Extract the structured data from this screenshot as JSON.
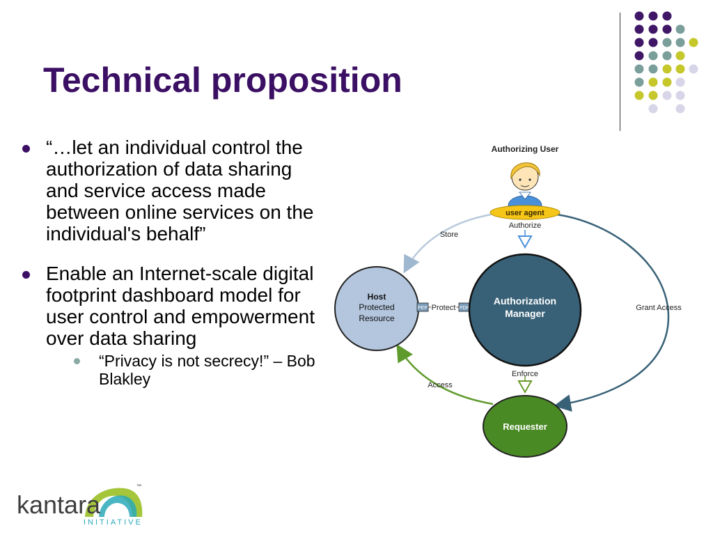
{
  "slide": {
    "title": "Technical proposition",
    "bullets": [
      "“…let an individual control the authorization of data sharing and service access made between online services on the individual's behalf”",
      "Enable an Internet-scale digital footprint dashboard model for user control and empowerment over data sharing"
    ],
    "sub_bullet": "“Privacy is not secrecy!” – Bob Blakley"
  },
  "diagram": {
    "authorizing_user": "Authorizing User",
    "user_agent": "user agent",
    "authorize": "Authorize",
    "store": "Store",
    "grant_access": "Grant Access",
    "host_line1": "Host",
    "host_line2": "Protected",
    "host_line3": "Resource",
    "pep": "PEP",
    "protect": "Protect",
    "pdp": "PDP",
    "am_line1": "Authorization",
    "am_line2": "Manager",
    "enforce": "Enforce",
    "access": "Access",
    "requester": "Requester"
  },
  "logo": {
    "name": "kantara",
    "sub": "INITIATIVE",
    "tm": "™"
  },
  "colors": {
    "title": "#3b0f63",
    "dot_purple": "#3f1766",
    "dot_teal": "#7a9e9a",
    "dot_yellow": "#c6c72a",
    "dot_lavender": "#d7d5e8",
    "host_fill": "#b3c6de",
    "manager_fill": "#386177",
    "requester_fill": "#4a8a25"
  }
}
